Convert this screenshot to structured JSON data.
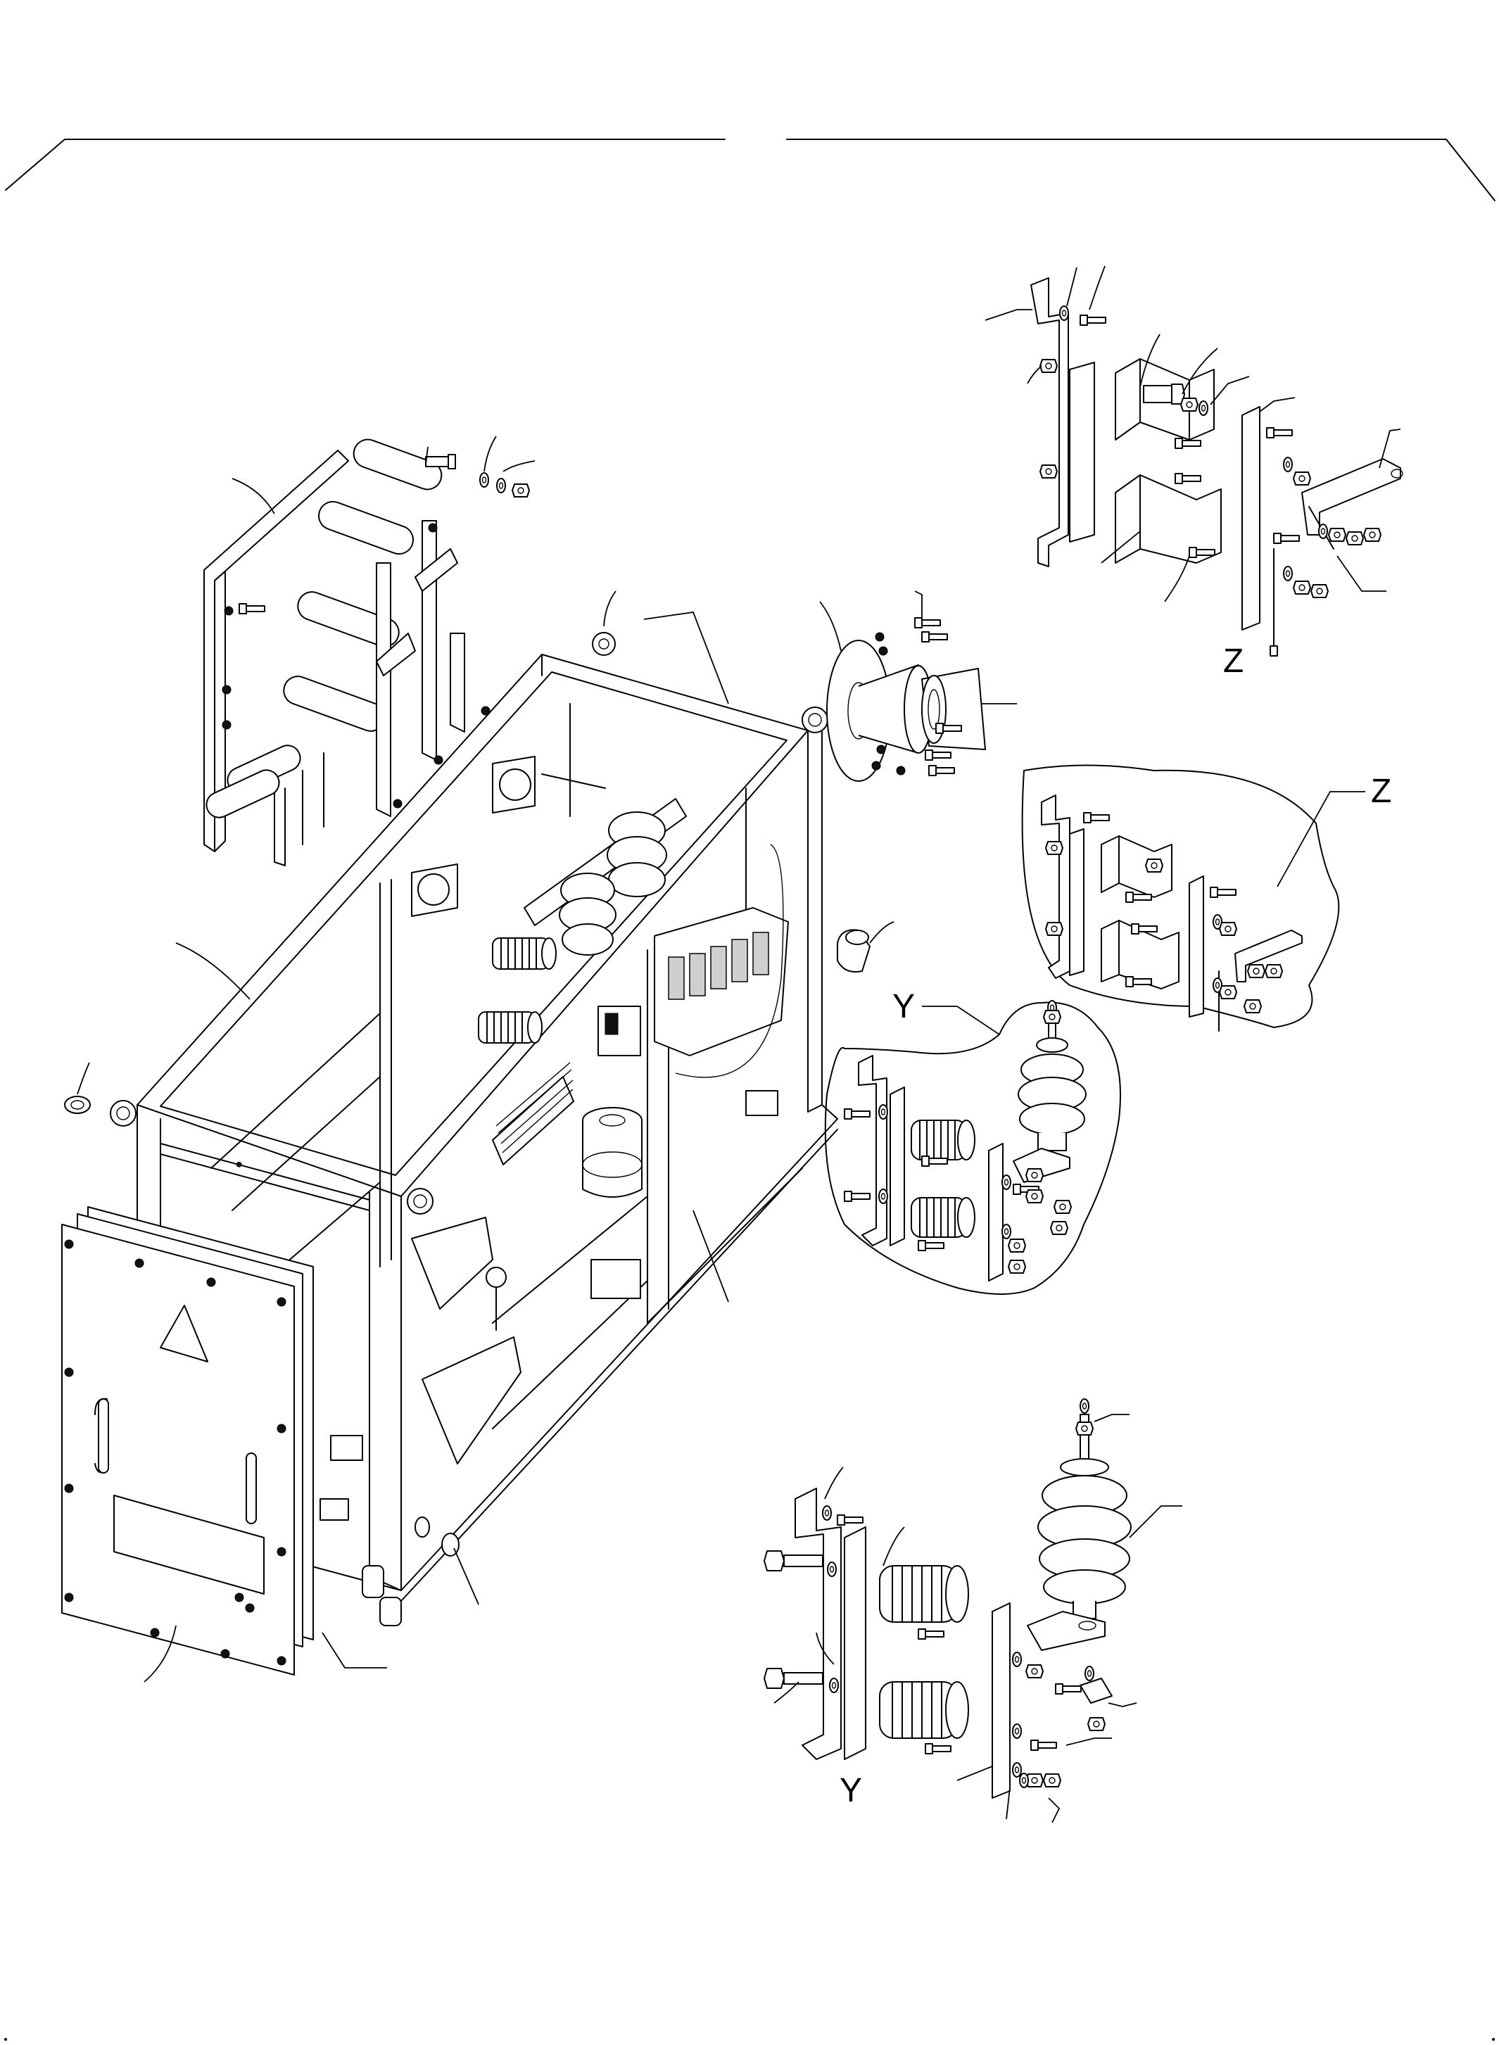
{
  "views": {
    "detail_z": "Z",
    "detail_z_callout": "Z",
    "detail_y": "Y",
    "detail_y_callout": "Y"
  }
}
